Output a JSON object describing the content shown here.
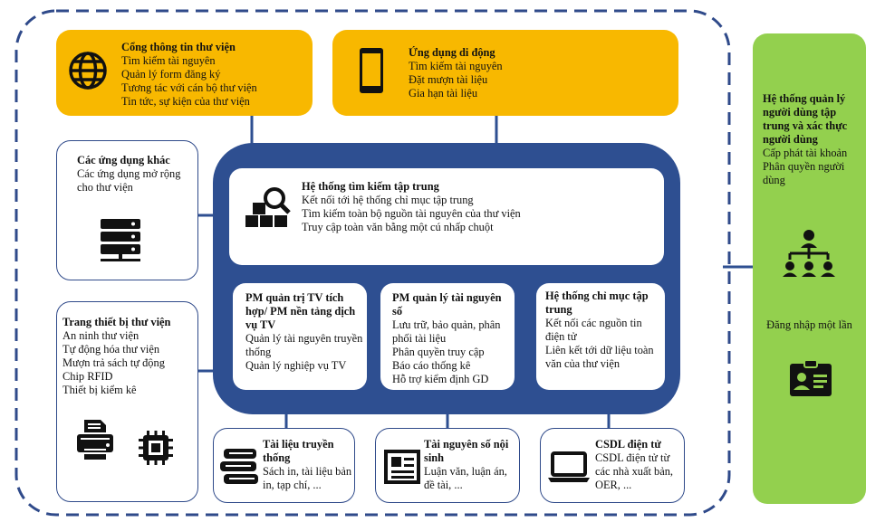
{
  "portal": {
    "title": "Cổng thông tin thư viện",
    "items": [
      "Tìm kiếm tài nguyên",
      "Quản lý form đăng ký",
      "Tương tác với cán bộ thư viện",
      "Tin tức, sự kiện của thư viện"
    ],
    "icon": "globe-icon"
  },
  "mobile": {
    "title": "Ứng dụng di động",
    "items": [
      "Tìm kiếm tài nguyên",
      "Đặt mượn tài liệu",
      "Gia hạn tài liệu"
    ],
    "icon": "smartphone-icon"
  },
  "other_apps": {
    "title": "Các ứng dụng khác",
    "desc": "Các ứng dụng mở rộng cho thư viện",
    "icon": "server-icon"
  },
  "equipment": {
    "title": "Trang thiết bị thư viện",
    "items": [
      "An ninh thư viện",
      "Tự động hóa thư viện",
      "Mượn trả sách tự động",
      "Chip RFID",
      "Thiết bị kiểm kê"
    ],
    "icons": [
      "printer-icon",
      "chip-icon"
    ]
  },
  "search": {
    "title": "Hệ thống tìm kiếm tập trung",
    "items": [
      "Kết nối tới hệ thống chỉ mục tập trung",
      "Tìm kiếm toàn bộ nguồn tài nguyên của thư viện",
      "Truy cập toàn văn bằng một cú nhấp chuột"
    ],
    "icon": "search-boxes-icon"
  },
  "ils": {
    "title": "PM quản trị TV tích hợp/ PM nền tảng dịch vụ TV",
    "items": [
      "Quản lý tài nguyên truyền thống",
      "Quản lý nghiệp vụ TV"
    ]
  },
  "digital": {
    "title": "PM  quản lý tài nguyên số",
    "items": [
      "Lưu trữ, bảo quản, phân phối tài liệu",
      "Phân quyền truy cập",
      "Báo cáo thống kê",
      "Hỗ trợ kiểm định GD"
    ]
  },
  "index": {
    "title": "Hệ thống chỉ mục tập trung",
    "items": [
      "Kết nối các nguồn tin điện tử",
      "Liên kết tới dữ liệu toàn văn của thư viện"
    ]
  },
  "print_docs": {
    "title": "Tài liệu truyền thống",
    "desc": "Sách in, tài liệu bản in, tạp chí, ...",
    "icon": "books-icon"
  },
  "internal": {
    "title": "Tài  nguyên số nội sinh",
    "desc": "Luận văn, luận án, đề tài, ...",
    "icon": "newspaper-icon"
  },
  "edb": {
    "title": "CSDL điện tử",
    "desc": "CSDL điện tử từ các nhà xuất bản, OER, ...",
    "icon": "laptop-icon"
  },
  "idm": {
    "title": "Hệ thống quản lý người dùng tập trung và xác thực người dùng",
    "items": [
      "Cấp phát tài khoản",
      "Phân quyền người dùng"
    ],
    "sso": "Đăng nhập một lần",
    "icons": [
      "org-chart-icon",
      "id-card-icon"
    ]
  },
  "colors": {
    "yellow": "#f8b800",
    "navy": "#2e4f91",
    "green": "#93d04e",
    "outline": "#2f4a8a"
  }
}
